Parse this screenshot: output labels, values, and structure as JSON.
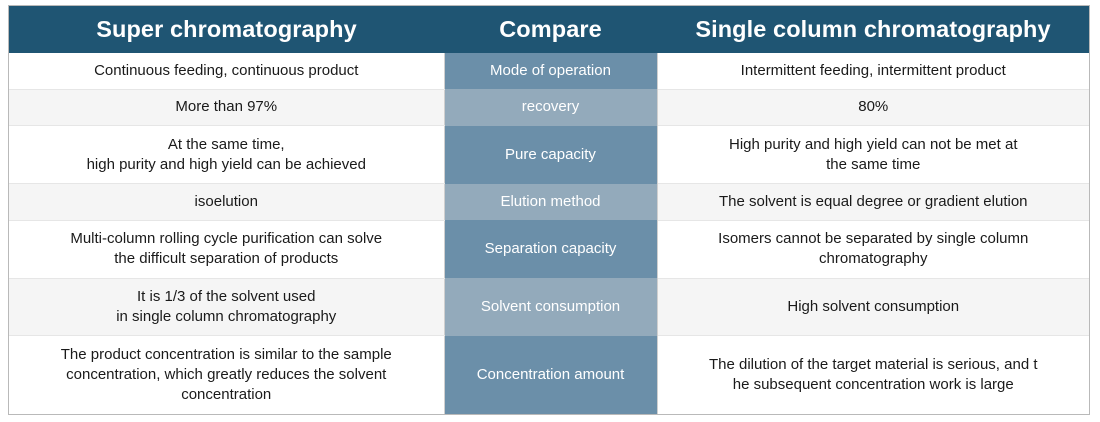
{
  "table": {
    "headers": {
      "left": "Super chromatography",
      "middle": "Compare",
      "right": "Single column chromatography"
    },
    "colors": {
      "header_bg": "#1f5573",
      "header_text": "#ffffff",
      "middle_dark": "#6b8fa9",
      "middle_light": "#93aabb",
      "row_alt_bg": "#f5f5f5",
      "row_bg": "#ffffff",
      "border": "#b9b9b9",
      "body_text": "#1a1a1a"
    },
    "rows": [
      {
        "left": [
          "Continuous feeding, continuous product"
        ],
        "middle": "Mode of operation",
        "right": [
          "Intermittent feeding, intermittent product"
        ],
        "middle_tone": "dark",
        "striped": false
      },
      {
        "left": [
          "More than 97%"
        ],
        "middle": "recovery",
        "right": [
          "80%"
        ],
        "middle_tone": "light",
        "striped": true
      },
      {
        "left": [
          "At the same time,",
          "high purity and high yield can be achieved"
        ],
        "middle": "Pure capacity",
        "right": [
          "High purity and high yield can not be met at",
          "the same time"
        ],
        "middle_tone": "dark",
        "striped": false
      },
      {
        "left": [
          "isoelution"
        ],
        "middle": "Elution method",
        "right": [
          "The solvent is equal degree or gradient elution"
        ],
        "middle_tone": "light",
        "striped": true
      },
      {
        "left": [
          "Multi-column rolling cycle purification can solve",
          "the difficult separation of products"
        ],
        "middle": "Separation capacity",
        "right": [
          "Isomers cannot be separated by single column",
          "chromatography"
        ],
        "middle_tone": "dark",
        "striped": false
      },
      {
        "left": [
          "It is 1/3 of the solvent used",
          "in single column chromatography"
        ],
        "middle": "Solvent consumption",
        "right": [
          "High solvent consumption"
        ],
        "middle_tone": "light",
        "striped": true
      },
      {
        "left": [
          "The product concentration is similar to the sample",
          "concentration, which greatly reduces the solvent",
          "concentration"
        ],
        "middle": "Concentration amount",
        "right": [
          "The dilution of the target material is serious, and t",
          "he subsequent concentration work is large"
        ],
        "middle_tone": "dark",
        "striped": false
      }
    ]
  }
}
